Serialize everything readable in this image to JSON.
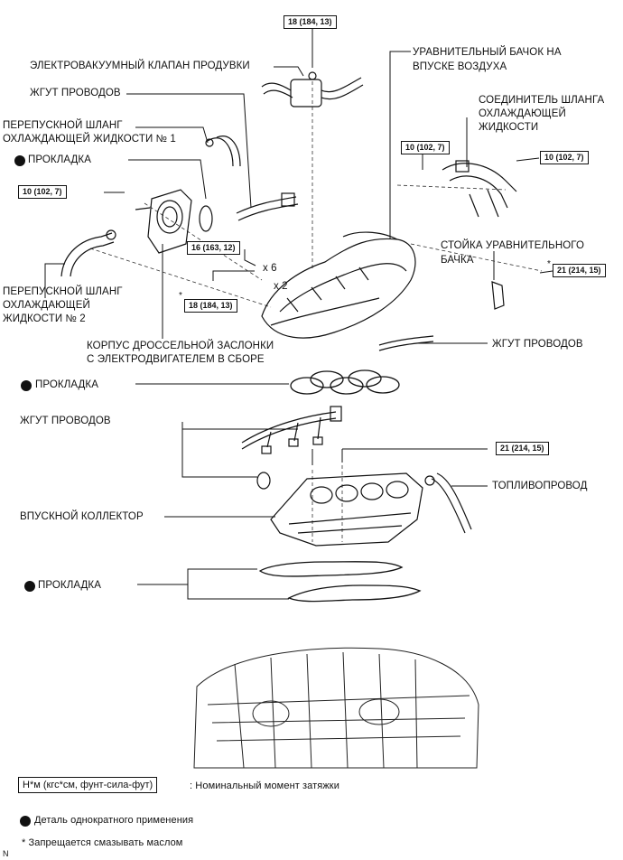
{
  "labels": {
    "purge_valve": "ЭЛЕКТРОВАКУУМНЫЙ КЛАПАН ПРОДУВКИ",
    "harness_top": "ЖГУТ ПРОВОДОВ",
    "bypass_hose_1_l1": "ПЕРЕПУСКНОЙ ШЛАНГ",
    "bypass_hose_1_l2": "ОХЛАЖДАЮЩЕЙ ЖИДКОСТИ № 1",
    "gasket_1": "ПРОКЛАДКА",
    "bypass_hose_2_l1": "ПЕРЕПУСКНОЙ ШЛАНГ",
    "bypass_hose_2_l2": "ОХЛАЖДАЮЩЕЙ",
    "bypass_hose_2_l3": "ЖИДКОСТИ № 2",
    "throttle_l1": "КОРПУС ДРОССЕЛЬНОЙ ЗАСЛОНКИ",
    "throttle_l2": "С ЭЛЕКТРОДВИГАТЕЛЕМ В СБОРЕ",
    "surge_tank_l1": "УРАВНИТЕЛЬНЫЙ БАЧОК НА",
    "surge_tank_l2": "ВПУСКЕ ВОЗДУХА",
    "connector_l1": "СОЕДИНИТЕЛЬ ШЛАНГА",
    "connector_l2": "ОХЛАЖДАЮЩЕЙ",
    "connector_l3": "ЖИДКОСТИ",
    "stay_l1": "СТОЙКА УРАВНИТЕЛЬНОГО",
    "stay_l2": "БАЧКА",
    "harness_right": "ЖГУТ ПРОВОДОВ",
    "gasket_2": "ПРОКЛАДКА",
    "harness_mid": "ЖГУТ ПРОВОДОВ",
    "fuel_pipe": "ТОПЛИВОПРОВОД",
    "manifold": "ВПУСКНОЙ КОЛЛЕКТОР",
    "gasket_3": "ПРОКЛАДКА",
    "x6": "x 6",
    "x2": "x 2",
    "star1": "*",
    "star2": "*",
    "corner": "N"
  },
  "torques": {
    "t_top": "18 (184, 13)",
    "t_left": "10 (102, 7)",
    "t_16": "16 (163, 12)",
    "t_18_mid": "18 (184, 13)",
    "t_10_a": "10 (102, 7)",
    "t_10_b": "10 (102, 7)",
    "t_21_a": "21 (214, 15)",
    "t_21_b": "21 (214, 15)"
  },
  "legend": {
    "unit": "Н*м (кгс*см, фунт-сила-фут)",
    "unit_desc": ": Номинальный момент затяжки",
    "one_time": "Деталь однократного применения",
    "no_oil": "* Запрещается смазывать маслом"
  }
}
